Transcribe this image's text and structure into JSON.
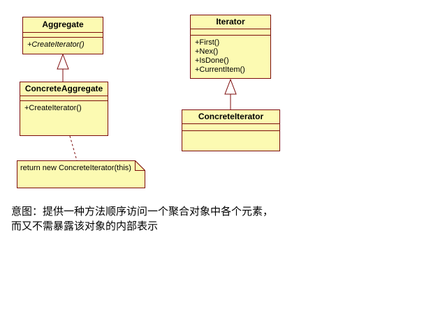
{
  "colors": {
    "shape_fill": "#FCFAB2",
    "shape_border": "#7C0B0B",
    "background": "#FFFFFF",
    "text": "#000000"
  },
  "diagram": {
    "pattern": "Iterator",
    "classes": [
      {
        "name": "Aggregate",
        "methods": [
          "+CreateIterator()"
        ],
        "abstract": true
      },
      {
        "name": "Iterator",
        "methods": [
          "+First()",
          "+Nex()",
          "+IsDone()",
          "+CurrentItem()"
        ],
        "abstract": false
      },
      {
        "name": "ConcreteAggregate",
        "methods": [
          "+CreateIterator()"
        ],
        "abstract": false
      },
      {
        "name": "ConcreteIterator",
        "methods": [],
        "abstract": false
      }
    ],
    "relations": [
      {
        "from": "ConcreteAggregate",
        "to": "Aggregate",
        "type": "generalization"
      },
      {
        "from": "ConcreteIterator",
        "to": "Iterator",
        "type": "generalization"
      },
      {
        "from": "ConcreteAggregate",
        "to": "note",
        "type": "note-anchor"
      }
    ],
    "note": {
      "text": "return new ConcreteIterator(this)"
    }
  },
  "caption": {
    "line1": "意图：提供一种方法顺序访问一个聚合对象中各个元素，",
    "line2": "而又不需暴露该对象的内部表示"
  }
}
